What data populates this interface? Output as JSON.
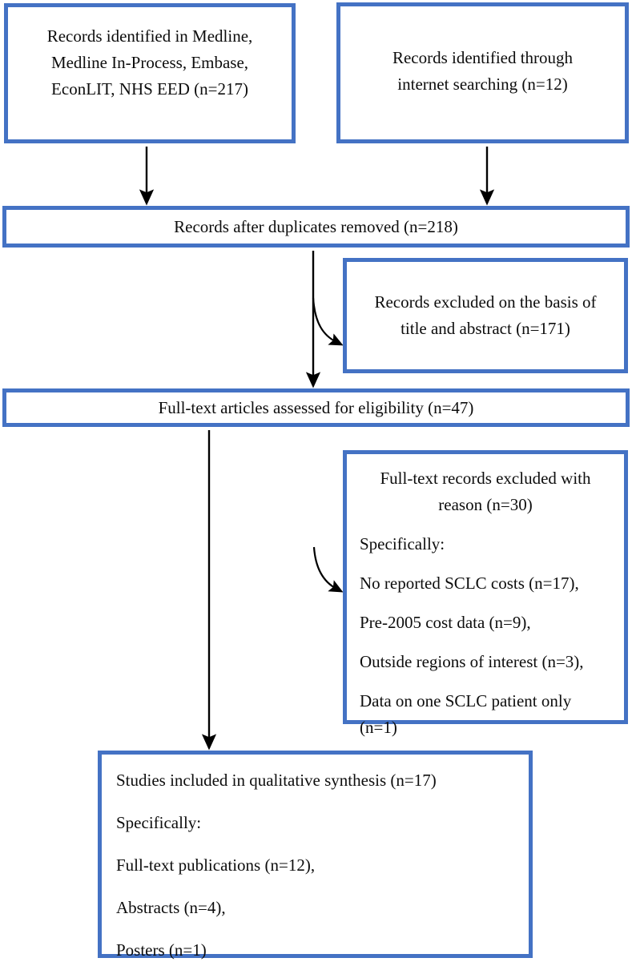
{
  "diagram": {
    "title": "PRISMA study selection flow diagram",
    "accent_color": "#4472c4",
    "arrow_color": "#000000",
    "background": "#ffffff"
  },
  "boxes": {
    "databases": {
      "lines": [
        "Records identified in Medline,",
        "Medline In-Process, Embase,",
        "EconLIT, NHS EED (n=217)"
      ]
    },
    "internet": {
      "lines": [
        "Records identified through",
        "internet searching (n=12)"
      ]
    },
    "duplicates_removed": {
      "lines": [
        "Records after duplicates removed (n=218)"
      ]
    },
    "excluded_title_abstract": {
      "lines": [
        "Records excluded on the basis of",
        "title and abstract (n=171)"
      ]
    },
    "full_text_assessed": {
      "lines": [
        "Full-text articles assessed for eligibility (n=47)"
      ]
    },
    "excluded_with_reason": {
      "heading": [
        "Full-text records excluded with",
        "reason (n=30)"
      ],
      "reasons": [
        "Specifically:",
        "No reported SCLC costs (n=17),",
        "Pre-2005 cost data (n=9),",
        "Outside regions of interest (n=3),",
        "Data on one SCLC patient only (n=1)"
      ]
    },
    "included": {
      "lines": [
        "Studies included in qualitative synthesis (n=17)",
        "Specifically:",
        "Full-text publications (n=12),",
        "Abstracts (n=4),",
        "Posters (n=1)"
      ]
    }
  },
  "counts": {
    "records_databases": 217,
    "records_internet": 12,
    "records_after_duplicates": 218,
    "excluded_title_abstract": 171,
    "full_text_assessed": 47,
    "full_text_excluded": 30,
    "reason_no_sclc_costs": 17,
    "reason_pre_2005": 9,
    "reason_outside_regions": 3,
    "reason_one_patient": 1,
    "included_total": 17,
    "included_full_text": 12,
    "included_abstracts": 4,
    "included_posters": 1
  }
}
